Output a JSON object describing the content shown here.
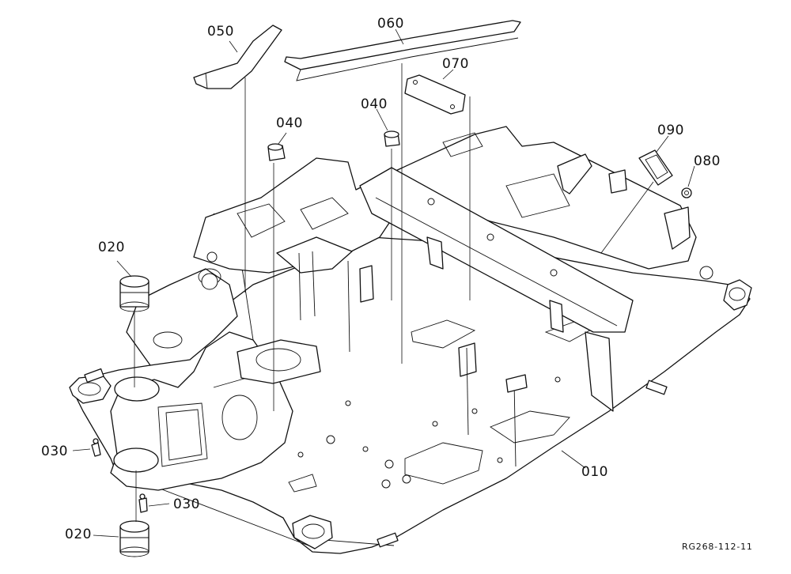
{
  "callouts": {
    "c050": "050",
    "c060": "060",
    "c070": "070",
    "c040a": "040",
    "c040b": "040",
    "c090": "090",
    "c080": "080",
    "c020a": "020",
    "c030a": "030",
    "c030b": "030",
    "c020b": "020",
    "c010": "010"
  },
  "reference_code": "RG268-112-11"
}
